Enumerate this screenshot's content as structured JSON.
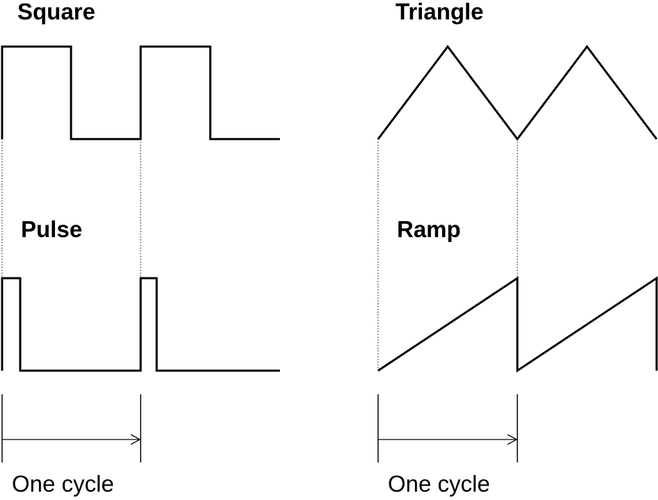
{
  "panels": {
    "square": {
      "title": "Square"
    },
    "triangle": {
      "title": "Triangle"
    },
    "pulse": {
      "title": "Pulse"
    },
    "ramp": {
      "title": "Ramp"
    }
  },
  "cycle_markers": {
    "left": {
      "label": "One cycle"
    },
    "right": {
      "label": "One cycle"
    }
  },
  "colors": {
    "stroke": "#000000",
    "background": "#ffffff"
  }
}
